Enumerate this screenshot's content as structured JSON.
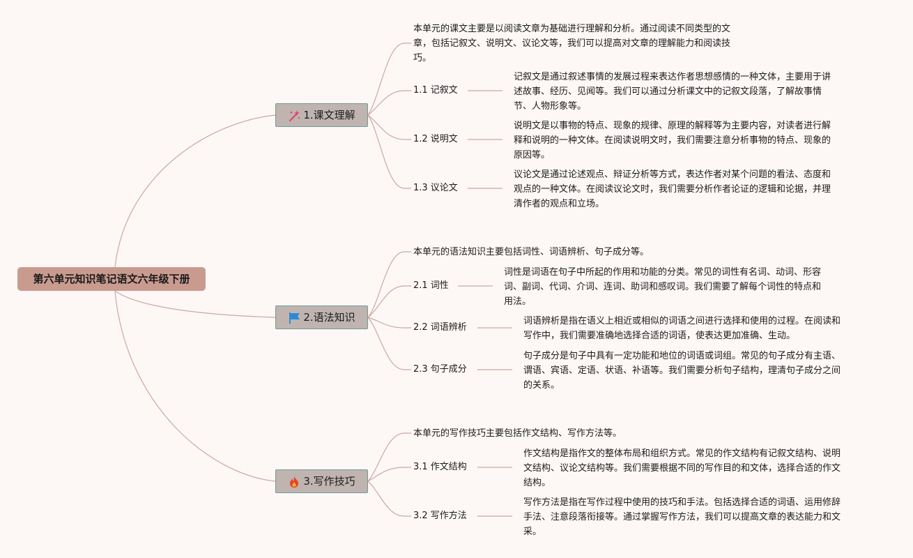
{
  "root": {
    "label": "第六单元知识笔记语文六年级下册"
  },
  "branches": [
    {
      "label": "1.课文理解",
      "icon": "sparkle-icon",
      "icon_color": "#e0406c",
      "intro": [
        "本单元的课文主要是以阅读文章为基础进行理解和分析。通过阅读不同类型的文",
        "章，包括记叙文、说明文、议论文等，我们可以提高对文章的理解能力和阅读技",
        "巧。"
      ],
      "subs": [
        {
          "label": "1.1 记叙文",
          "desc": [
            "记叙文是通过叙述事情的发展过程来表达作者思想感情的一种文体，主要用于讲",
            "述故事、经历、见闻等。我们可以通过分析课文中的记叙文段落，了解故事情",
            "节、人物形象等。"
          ]
        },
        {
          "label": "1.2 说明文",
          "desc": [
            "说明文是以事物的特点、现象的规律、原理的解释等为主要内容，对读者进行解",
            "释和说明的一种文体。在阅读说明文时，我们需要注意分析事物的特点、现象的",
            "原因等。"
          ]
        },
        {
          "label": "1.3 议论文",
          "desc": [
            "议论文是通过论述观点、辩证分析等方式，表达作者对某个问题的看法、态度和",
            "观点的一种文体。在阅读议论文时，我们需要分析作者论证的逻辑和论据，并理",
            "清作者的观点和立场。"
          ]
        }
      ]
    },
    {
      "label": "2.语法知识",
      "icon": "flag-icon",
      "icon_color": "#2b8ad8",
      "intro": [
        "本单元的语法知识主要包括词性、词语辨析、句子成分等。"
      ],
      "subs": [
        {
          "label": "2.1 词性",
          "desc": [
            "词性是词语在句子中所起的作用和功能的分类。常见的词性有名词、动词、形容",
            "词、副词、代词、介词、连词、助词和感叹词。我们需要了解每个词性的特点和",
            "用法。"
          ]
        },
        {
          "label": "2.2 词语辨析",
          "desc": [
            "词语辨析是指在语义上相近或相似的词语之间进行选择和使用的过程。在阅读和",
            "写作中，我们需要准确地选择合适的词语，使表达更加准确、生动。"
          ]
        },
        {
          "label": "2.3 句子成分",
          "desc": [
            "句子成分是句子中具有一定功能和地位的词语或词组。常见的句子成分有主语、",
            "谓语、宾语、定语、状语、补语等。我们需要分析句子结构，理清句子成分之间",
            "的关系。"
          ]
        }
      ]
    },
    {
      "label": "3.写作技巧",
      "icon": "fire-icon",
      "icon_color": "#e8431f",
      "intro": [
        "本单元的写作技巧主要包括作文结构、写作方法等。"
      ],
      "subs": [
        {
          "label": "3.1 作文结构",
          "desc": [
            "作文结构是指作文的整体布局和组织方式。常见的作文结构有记叙文结构、说明",
            "文结构、议论文结构等。我们需要根据不同的写作目的和文体，选择合适的作文",
            "结构。"
          ]
        },
        {
          "label": "3.2 写作方法",
          "desc": [
            "写作方法是指在写作过程中使用的技巧和手法。包括选择合适的词语、运用修辞",
            "手法、注意段落衔接等。通过掌握写作方法，我们可以提高文章的表达能力和文",
            "采。"
          ]
        }
      ]
    }
  ]
}
